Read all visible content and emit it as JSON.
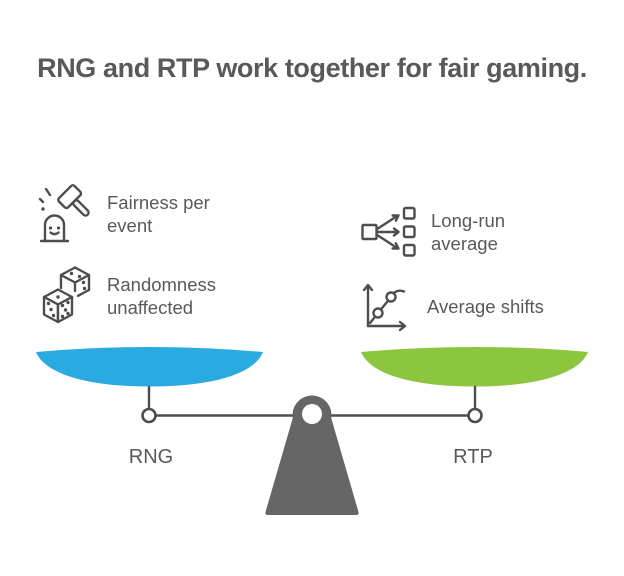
{
  "title": "RNG and RTP work together for fair gaming.",
  "colors": {
    "pan_left": "#29ABE2",
    "pan_right": "#8CC63F",
    "fulcrum": "#666666"
  },
  "left_panel": {
    "items": [
      {
        "icon": "fairness-gavel-icon",
        "line1": "Fairness per",
        "line2": "event"
      },
      {
        "icon": "dice-icon",
        "line1": "Randomness",
        "line2": "unaffected"
      }
    ],
    "pan_label": "RNG"
  },
  "right_panel": {
    "items": [
      {
        "icon": "distribution-icon",
        "line1": "Long-run",
        "line2": "average"
      },
      {
        "icon": "trend-chart-icon",
        "line1": "Average shifts",
        "line2": ""
      }
    ],
    "pan_label": "RTP"
  }
}
